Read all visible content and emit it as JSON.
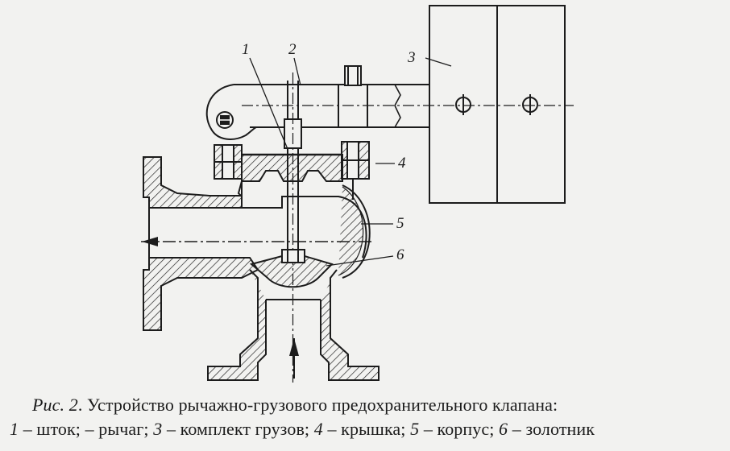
{
  "figure": {
    "callouts": [
      "1",
      "2",
      "3",
      "4",
      "5",
      "6"
    ]
  },
  "caption": {
    "fig_label": "Рис. 2",
    "title": ". Устройство рычажно-грузового предохранительного клапана:",
    "legend": [
      {
        "num": "1",
        "text": " – шток; "
      },
      {
        "num": "",
        "text": " – рычаг; "
      },
      {
        "num": "3",
        "text": " – комплект грузов; "
      },
      {
        "num": "4",
        "text": " – крышка; "
      },
      {
        "num": "5",
        "text": " – корпус; "
      },
      {
        "num": "6",
        "text": " – золотник"
      }
    ]
  }
}
